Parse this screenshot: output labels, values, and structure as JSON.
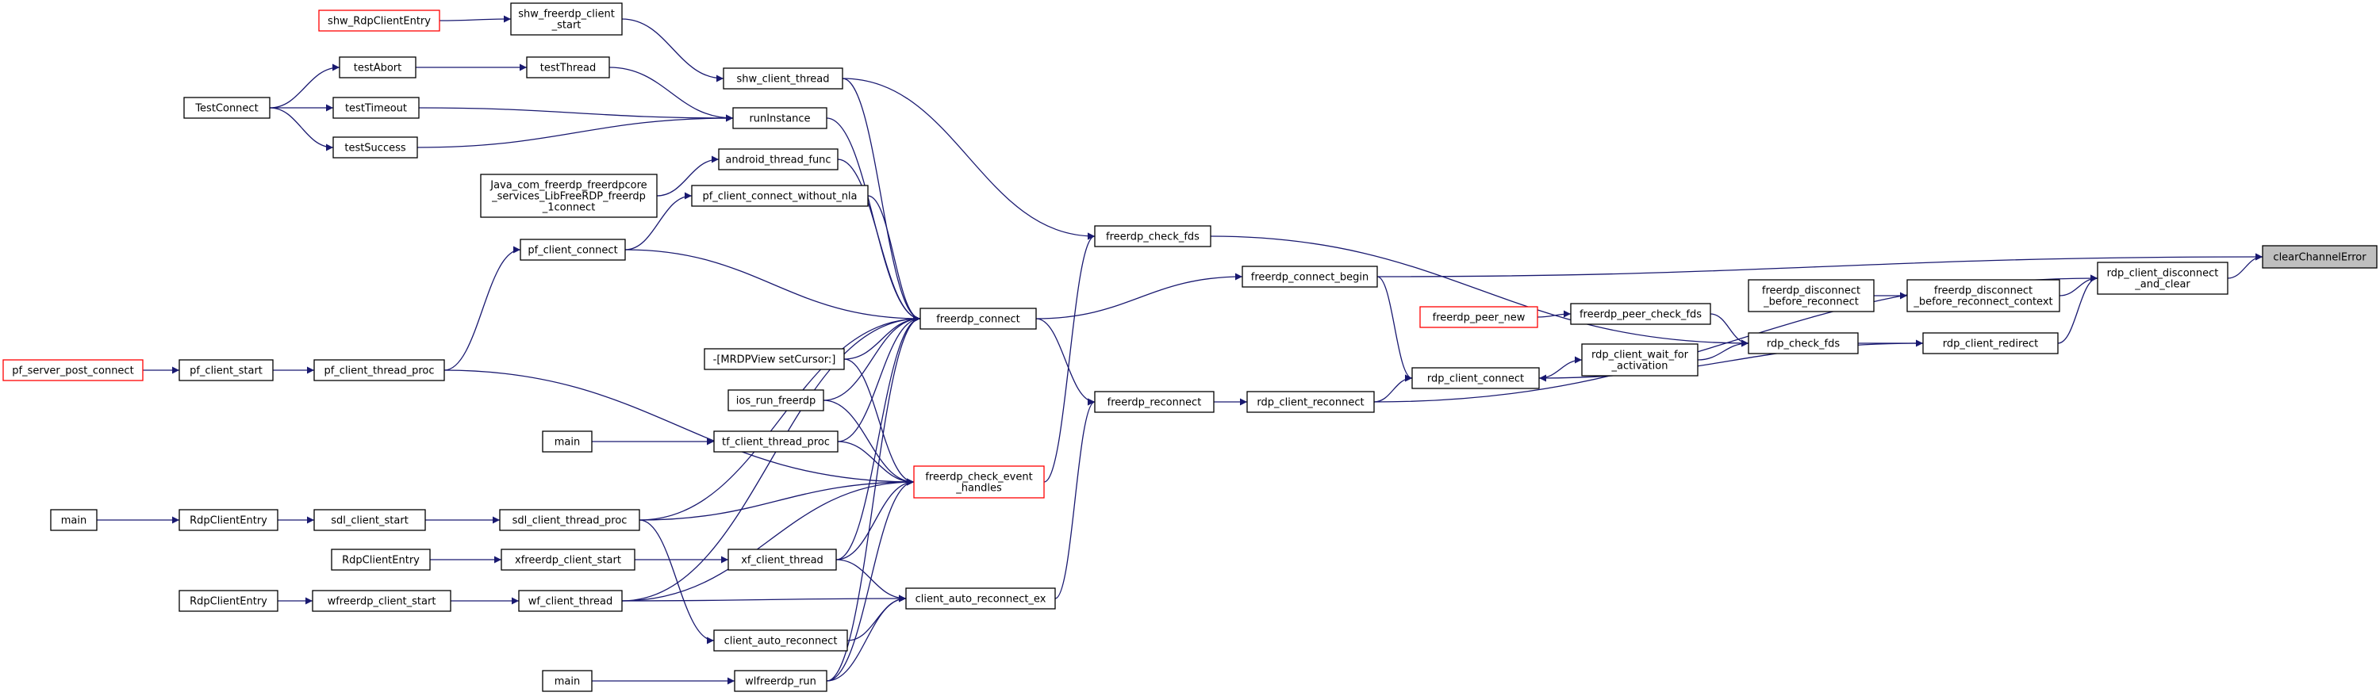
{
  "diagram": {
    "colors": {
      "edge": "#191970",
      "highlight_fill": "#bfbfbf",
      "truncated_border": "#ff0000"
    },
    "nodes": [
      {
        "id": "clearChannelError",
        "lines": [
          "clearChannelError"
        ],
        "style": "highlight"
      },
      {
        "id": "rdp_client_disconnect_and_clear",
        "lines": [
          "rdp_client_disconnect",
          "_and_clear"
        ]
      },
      {
        "id": "freerdp_disconnect_before_reconnect_context",
        "lines": [
          "freerdp_disconnect",
          "_before_reconnect_context"
        ]
      },
      {
        "id": "freerdp_disconnect_before_reconnect",
        "lines": [
          "freerdp_disconnect",
          "_before_reconnect"
        ]
      },
      {
        "id": "rdp_client_redirect",
        "lines": [
          "rdp_client_redirect"
        ]
      },
      {
        "id": "rdp_check_fds",
        "lines": [
          "rdp_check_fds"
        ]
      },
      {
        "id": "freerdp_peer_check_fds",
        "lines": [
          "freerdp_peer_check_fds"
        ]
      },
      {
        "id": "freerdp_peer_new",
        "lines": [
          "freerdp_peer_new"
        ],
        "style": "truncated"
      },
      {
        "id": "rdp_client_wait_for_activation",
        "lines": [
          "rdp_client_wait_for",
          "_activation"
        ]
      },
      {
        "id": "rdp_client_connect",
        "lines": [
          "rdp_client_connect"
        ]
      },
      {
        "id": "freerdp_connect_begin",
        "lines": [
          "freerdp_connect_begin"
        ]
      },
      {
        "id": "rdp_client_reconnect",
        "lines": [
          "rdp_client_reconnect"
        ]
      },
      {
        "id": "freerdp_check_fds",
        "lines": [
          "freerdp_check_fds"
        ]
      },
      {
        "id": "freerdp_reconnect",
        "lines": [
          "freerdp_reconnect"
        ]
      },
      {
        "id": "freerdp_connect",
        "lines": [
          "freerdp_connect"
        ]
      },
      {
        "id": "freerdp_check_event_handles",
        "lines": [
          "freerdp_check_event",
          "_handles"
        ],
        "style": "truncated"
      },
      {
        "id": "client_auto_reconnect_ex",
        "lines": [
          "client_auto_reconnect_ex"
        ]
      },
      {
        "id": "shw_client_thread",
        "lines": [
          "shw_client_thread"
        ]
      },
      {
        "id": "shw_freerdp_client_start",
        "lines": [
          "shw_freerdp_client",
          "_start"
        ]
      },
      {
        "id": "shw_RdpClientEntry",
        "lines": [
          "shw_RdpClientEntry"
        ],
        "style": "truncated"
      },
      {
        "id": "runInstance",
        "lines": [
          "runInstance"
        ]
      },
      {
        "id": "testThread",
        "lines": [
          "testThread"
        ]
      },
      {
        "id": "testAbort",
        "lines": [
          "testAbort"
        ]
      },
      {
        "id": "testTimeout",
        "lines": [
          "testTimeout"
        ]
      },
      {
        "id": "testSuccess",
        "lines": [
          "testSuccess"
        ]
      },
      {
        "id": "TestConnect",
        "lines": [
          "TestConnect"
        ]
      },
      {
        "id": "android_thread_func",
        "lines": [
          "android_thread_func"
        ]
      },
      {
        "id": "java_connect",
        "lines": [
          "Java_com_freerdp_freerdpcore",
          "_services_LibFreeRDP_freerdp",
          "_1connect"
        ]
      },
      {
        "id": "pf_client_connect_without_nla",
        "lines": [
          "pf_client_connect_without_nla"
        ]
      },
      {
        "id": "pf_client_connect",
        "lines": [
          "pf_client_connect"
        ]
      },
      {
        "id": "pf_client_thread_proc",
        "lines": [
          "pf_client_thread_proc"
        ]
      },
      {
        "id": "pf_client_start",
        "lines": [
          "pf_client_start"
        ]
      },
      {
        "id": "pf_server_post_connect",
        "lines": [
          "pf_server_post_connect"
        ],
        "style": "truncated"
      },
      {
        "id": "mrdpview_setcursor",
        "lines": [
          "-[MRDPView setCursor:]"
        ]
      },
      {
        "id": "ios_run_freerdp",
        "lines": [
          "ios_run_freerdp"
        ]
      },
      {
        "id": "tf_client_thread_proc",
        "lines": [
          "tf_client_thread_proc"
        ]
      },
      {
        "id": "main_tf",
        "lines": [
          "main"
        ]
      },
      {
        "id": "sdl_client_thread_proc",
        "lines": [
          "sdl_client_thread_proc"
        ]
      },
      {
        "id": "sdl_client_start",
        "lines": [
          "sdl_client_start"
        ]
      },
      {
        "id": "RdpClientEntry_sdl",
        "lines": [
          "RdpClientEntry"
        ]
      },
      {
        "id": "main_sdl",
        "lines": [
          "main"
        ]
      },
      {
        "id": "xf_client_thread",
        "lines": [
          "xf_client_thread"
        ]
      },
      {
        "id": "xfreerdp_client_start",
        "lines": [
          "xfreerdp_client_start"
        ]
      },
      {
        "id": "RdpClientEntry_xf",
        "lines": [
          "RdpClientEntry"
        ]
      },
      {
        "id": "wf_client_thread",
        "lines": [
          "wf_client_thread"
        ]
      },
      {
        "id": "wfreerdp_client_start",
        "lines": [
          "wfreerdp_client_start"
        ]
      },
      {
        "id": "RdpClientEntry_wf",
        "lines": [
          "RdpClientEntry"
        ]
      },
      {
        "id": "client_auto_reconnect",
        "lines": [
          "client_auto_reconnect"
        ]
      },
      {
        "id": "wlfreerdp_run",
        "lines": [
          "wlfreerdp_run"
        ]
      },
      {
        "id": "main_wl",
        "lines": [
          "main"
        ]
      }
    ],
    "edges": [
      {
        "from": "rdp_client_disconnect_and_clear",
        "to": "clearChannelError"
      },
      {
        "from": "freerdp_connect_begin",
        "to": "clearChannelError"
      },
      {
        "from": "freerdp_disconnect_before_reconnect_context",
        "to": "rdp_client_disconnect_and_clear"
      },
      {
        "from": "rdp_client_redirect",
        "to": "rdp_client_disconnect_and_clear"
      },
      {
        "from": "rdp_client_reconnect",
        "to": "rdp_client_disconnect_and_clear"
      },
      {
        "from": "freerdp_disconnect_before_reconnect",
        "to": "freerdp_disconnect_before_reconnect_context"
      },
      {
        "from": "rdp_check_fds",
        "to": "rdp_client_redirect"
      },
      {
        "from": "rdp_client_redirect",
        "to": "rdp_client_connect"
      },
      {
        "from": "freerdp_peer_check_fds",
        "to": "rdp_check_fds"
      },
      {
        "from": "rdp_client_wait_for_activation",
        "to": "rdp_check_fds"
      },
      {
        "from": "freerdp_check_fds",
        "to": "rdp_check_fds"
      },
      {
        "from": "freerdp_peer_new",
        "to": "freerdp_peer_check_fds"
      },
      {
        "from": "rdp_client_connect",
        "to": "rdp_client_wait_for_activation"
      },
      {
        "from": "freerdp_connect_begin",
        "to": "rdp_client_connect"
      },
      {
        "from": "rdp_client_reconnect",
        "to": "rdp_client_connect"
      },
      {
        "from": "freerdp_reconnect",
        "to": "rdp_client_reconnect"
      },
      {
        "from": "freerdp_connect",
        "to": "freerdp_connect_begin"
      },
      {
        "from": "shw_client_thread",
        "to": "freerdp_check_fds"
      },
      {
        "from": "freerdp_check_event_handles",
        "to": "freerdp_check_fds"
      },
      {
        "from": "freerdp_connect",
        "to": "freerdp_reconnect"
      },
      {
        "from": "client_auto_reconnect_ex",
        "to": "freerdp_reconnect"
      },
      {
        "from": "shw_client_thread",
        "to": "freerdp_connect"
      },
      {
        "from": "runInstance",
        "to": "freerdp_connect"
      },
      {
        "from": "android_thread_func",
        "to": "freerdp_connect"
      },
      {
        "from": "pf_client_connect_without_nla",
        "to": "freerdp_connect"
      },
      {
        "from": "pf_client_connect",
        "to": "freerdp_connect"
      },
      {
        "from": "mrdpview_setcursor",
        "to": "freerdp_connect"
      },
      {
        "from": "ios_run_freerdp",
        "to": "freerdp_connect"
      },
      {
        "from": "tf_client_thread_proc",
        "to": "freerdp_connect"
      },
      {
        "from": "sdl_client_thread_proc",
        "to": "freerdp_connect"
      },
      {
        "from": "xf_client_thread",
        "to": "freerdp_connect"
      },
      {
        "from": "wf_client_thread",
        "to": "freerdp_connect"
      },
      {
        "from": "wlfreerdp_run",
        "to": "freerdp_connect"
      },
      {
        "from": "mrdpview_setcursor",
        "to": "freerdp_check_event_handles"
      },
      {
        "from": "ios_run_freerdp",
        "to": "freerdp_check_event_handles"
      },
      {
        "from": "tf_client_thread_proc",
        "to": "freerdp_check_event_handles"
      },
      {
        "from": "sdl_client_thread_proc",
        "to": "freerdp_check_event_handles"
      },
      {
        "from": "xf_client_thread",
        "to": "freerdp_check_event_handles"
      },
      {
        "from": "wf_client_thread",
        "to": "freerdp_check_event_handles"
      },
      {
        "from": "wlfreerdp_run",
        "to": "freerdp_check_event_handles"
      },
      {
        "from": "pf_client_thread_proc",
        "to": "freerdp_check_event_handles"
      },
      {
        "from": "client_auto_reconnect",
        "to": "client_auto_reconnect_ex"
      },
      {
        "from": "xf_client_thread",
        "to": "client_auto_reconnect_ex"
      },
      {
        "from": "wf_client_thread",
        "to": "client_auto_reconnect_ex"
      },
      {
        "from": "wlfreerdp_run",
        "to": "client_auto_reconnect_ex"
      },
      {
        "from": "shw_freerdp_client_start",
        "to": "shw_client_thread"
      },
      {
        "from": "shw_RdpClientEntry",
        "to": "shw_freerdp_client_start"
      },
      {
        "from": "testThread",
        "to": "runInstance"
      },
      {
        "from": "testTimeout",
        "to": "runInstance"
      },
      {
        "from": "testSuccess",
        "to": "runInstance"
      },
      {
        "from": "testAbort",
        "to": "testThread"
      },
      {
        "from": "TestConnect",
        "to": "testAbort"
      },
      {
        "from": "TestConnect",
        "to": "testTimeout"
      },
      {
        "from": "TestConnect",
        "to": "testSuccess"
      },
      {
        "from": "java_connect",
        "to": "android_thread_func"
      },
      {
        "from": "pf_client_connect",
        "to": "pf_client_connect_without_nla"
      },
      {
        "from": "pf_client_thread_proc",
        "to": "pf_client_connect"
      },
      {
        "from": "pf_client_start",
        "to": "pf_client_thread_proc"
      },
      {
        "from": "pf_server_post_connect",
        "to": "pf_client_start"
      },
      {
        "from": "main_tf",
        "to": "tf_client_thread_proc"
      },
      {
        "from": "sdl_client_start",
        "to": "sdl_client_thread_proc"
      },
      {
        "from": "RdpClientEntry_sdl",
        "to": "sdl_client_start"
      },
      {
        "from": "main_sdl",
        "to": "RdpClientEntry_sdl"
      },
      {
        "from": "sdl_client_thread_proc",
        "to": "client_auto_reconnect"
      },
      {
        "from": "xfreerdp_client_start",
        "to": "xf_client_thread"
      },
      {
        "from": "RdpClientEntry_xf",
        "to": "xfreerdp_client_start"
      },
      {
        "from": "wfreerdp_client_start",
        "to": "wf_client_thread"
      },
      {
        "from": "RdpClientEntry_wf",
        "to": "wfreerdp_client_start"
      },
      {
        "from": "main_wl",
        "to": "wlfreerdp_run"
      }
    ]
  }
}
